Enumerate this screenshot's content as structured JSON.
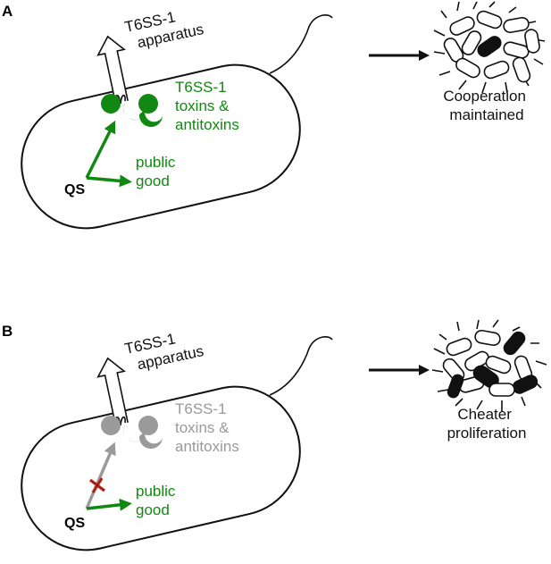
{
  "panels": [
    {
      "letter": "A",
      "apparatus_label": [
        "T6SS-1",
        "apparatus"
      ],
      "toxins_label": [
        "T6SS-1",
        "toxins &",
        "antitoxins"
      ],
      "public_good_label": [
        "public",
        "good"
      ],
      "qs_label": "QS",
      "outcome_label": [
        "Cooperation",
        "maintained"
      ],
      "toxin_state": "active",
      "colors": {
        "toxin": "#118811",
        "toxin_text": "#118811",
        "arrow": "#118811"
      }
    },
    {
      "letter": "B",
      "apparatus_label": [
        "T6SS-1",
        "apparatus"
      ],
      "toxins_label": [
        "T6SS-1",
        "toxins &",
        "antitoxins"
      ],
      "public_good_label": [
        "public",
        "good"
      ],
      "qs_label": "QS",
      "outcome_label": [
        "Cheater",
        "proliferation"
      ],
      "toxin_state": "blocked",
      "colors": {
        "toxin": "#9a9a9a",
        "toxin_text": "#9a9a9a",
        "arrow": "#9a9a9a",
        "block_mark": "#cc3322"
      }
    }
  ],
  "colors": {
    "outline": "#111111",
    "public_good": "#118811",
    "qs": "#000000"
  }
}
